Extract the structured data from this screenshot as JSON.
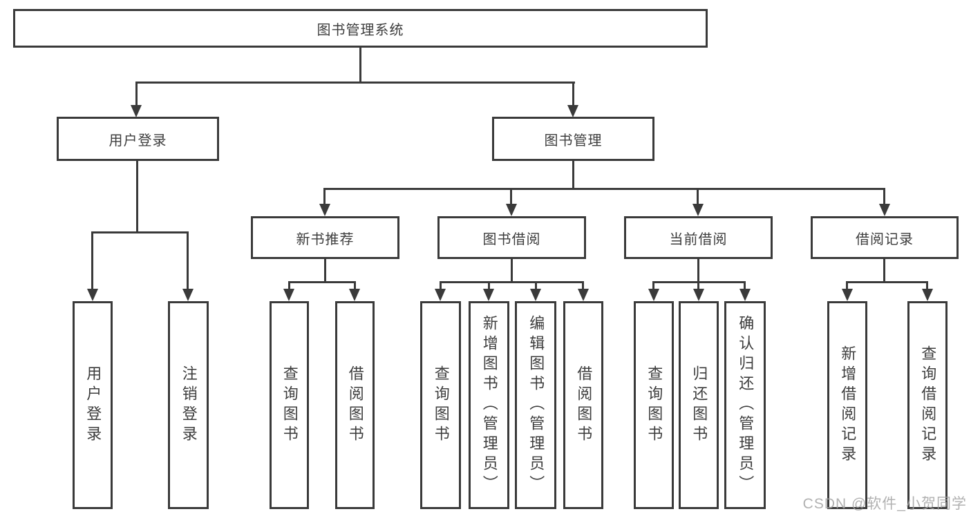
{
  "colors": {
    "line": "#3a3a3a",
    "text": "#3d3d3d",
    "box_background": "#ffffff",
    "watermark": "#a3a3a3"
  },
  "root": {
    "label": "图书管理系统"
  },
  "level2": {
    "user_login": {
      "label": "用户登录"
    },
    "book_mgmt": {
      "label": "图书管理"
    }
  },
  "level3": {
    "new_book_rec": {
      "label": "新书推荐"
    },
    "book_borrow": {
      "label": "图书借阅"
    },
    "current_borrow": {
      "label": "当前借阅"
    },
    "borrow_records": {
      "label": "借阅记录"
    }
  },
  "leaves": {
    "user_login_login": {
      "label": "用户登录"
    },
    "user_login_logout": {
      "label": "注销登录"
    },
    "rec_query_book": {
      "label": "查询图书"
    },
    "rec_borrow_book": {
      "label": "借阅图书"
    },
    "borrow_query_book": {
      "label": "查询图书"
    },
    "borrow_add_book": {
      "label": "新增图书（管理员）"
    },
    "borrow_edit_book": {
      "label": "编辑图书（管理员）"
    },
    "borrow_borrow_book": {
      "label": "借阅图书"
    },
    "current_query_book": {
      "label": "查询图书"
    },
    "current_return_book": {
      "label": "归还图书"
    },
    "current_confirm_return": {
      "label": "确认归还（管理员）"
    },
    "records_add_record": {
      "label": "新增借阅记录"
    },
    "records_query_record": {
      "label": "查询借阅记录"
    }
  },
  "watermark": {
    "text": "CSDN @软件_小贺同学"
  }
}
